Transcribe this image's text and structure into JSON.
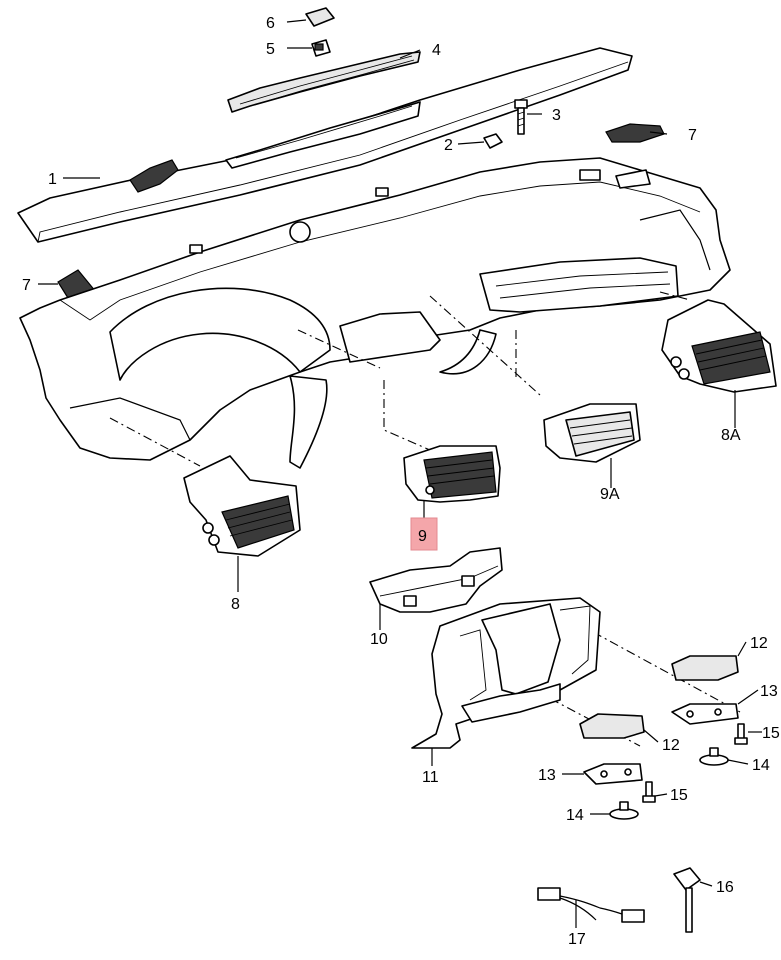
{
  "diagram": {
    "callouts": {
      "c1": "1",
      "c2": "2",
      "c3": "3",
      "c4": "4",
      "c5": "5",
      "c6": "6",
      "c7a": "7",
      "c7b": "7",
      "c8": "8",
      "c8a": "8A",
      "c9": "9",
      "c9a": "9A",
      "c10": "10",
      "c11": "11",
      "c12a": "12",
      "c12b": "12",
      "c13a": "13",
      "c13b": "13",
      "c14a": "14",
      "c14b": "14",
      "c15a": "15",
      "c15b": "15",
      "c16": "16",
      "c17": "17"
    },
    "highlight_color": "#f4a6aa"
  }
}
